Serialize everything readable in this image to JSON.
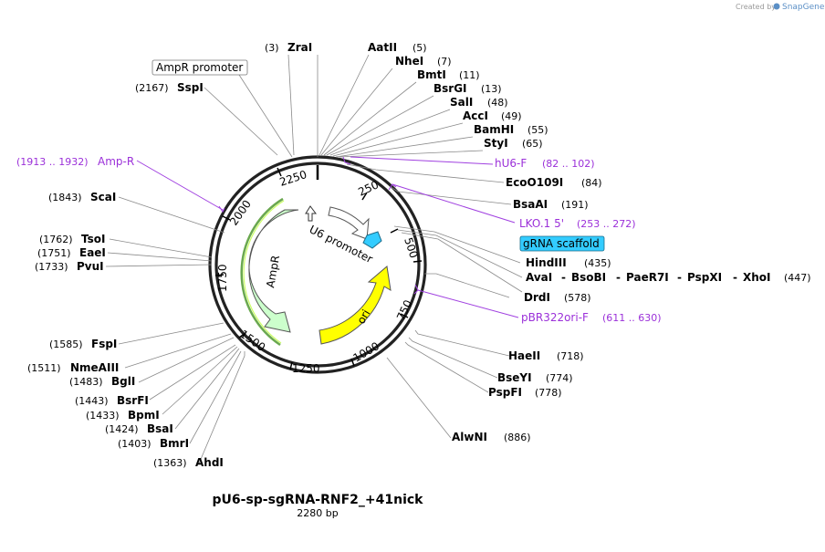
{
  "credit": {
    "prefix": "Created by",
    "brand": "SnapGene"
  },
  "plasmid": {
    "name": "pU6-sp-sgRNA-RNF2_+41nick",
    "length": "2280 bp"
  },
  "ticks": [
    "250",
    "500",
    "750",
    "1000",
    "1250",
    "1500",
    "1750",
    "2000",
    "2250"
  ],
  "sites": [
    {
      "name": "ZraI",
      "pos": "(3)"
    },
    {
      "name": "AatII",
      "pos": "(5)"
    },
    {
      "name": "NheI",
      "pos": "(7)"
    },
    {
      "name": "BmtI",
      "pos": "(11)"
    },
    {
      "name": "BsrGI",
      "pos": "(13)"
    },
    {
      "name": "SalI",
      "pos": "(48)"
    },
    {
      "name": "AccI",
      "pos": "(49)"
    },
    {
      "name": "BamHI",
      "pos": "(55)"
    },
    {
      "name": "StyI",
      "pos": "(65)"
    },
    {
      "name": "EcoO109I",
      "pos": "(84)"
    },
    {
      "name": "BsaAI",
      "pos": "(191)"
    },
    {
      "name": "HindIII",
      "pos": "(435)"
    },
    {
      "name": "AvaI",
      "pos": ""
    },
    {
      "name": "BsoBI",
      "pos": ""
    },
    {
      "name": "PaeR7I",
      "pos": ""
    },
    {
      "name": "PspXI",
      "pos": ""
    },
    {
      "name": "XhoI",
      "pos": "(447)"
    },
    {
      "name": "DrdI",
      "pos": "(578)"
    },
    {
      "name": "HaeII",
      "pos": "(718)"
    },
    {
      "name": "BseYI",
      "pos": "(774)"
    },
    {
      "name": "PspFI",
      "pos": "(778)"
    },
    {
      "name": "AlwNI",
      "pos": "(886)"
    },
    {
      "name": "AhdI",
      "pos": "(1363)"
    },
    {
      "name": "BmrI",
      "pos": "(1403)"
    },
    {
      "name": "BsaI",
      "pos": "(1424)"
    },
    {
      "name": "BpmI",
      "pos": "(1433)"
    },
    {
      "name": "BsrFI",
      "pos": "(1443)"
    },
    {
      "name": "BglI",
      "pos": "(1483)"
    },
    {
      "name": "NmeAIII",
      "pos": "(1511)"
    },
    {
      "name": "FspI",
      "pos": "(1585)"
    },
    {
      "name": "PvuI",
      "pos": "(1733)"
    },
    {
      "name": "EaeI",
      "pos": "(1751)"
    },
    {
      "name": "TsoI",
      "pos": "(1762)"
    },
    {
      "name": "ScaI",
      "pos": "(1843)"
    },
    {
      "name": "SspI",
      "pos": "(2167)"
    }
  ],
  "primers": [
    {
      "name": "hU6-F",
      "range": "(82 .. 102)"
    },
    {
      "name": "LKO.1 5'",
      "range": "(253 .. 272)"
    },
    {
      "name": "pBR322ori-F",
      "range": "(611 .. 630)"
    },
    {
      "name": "Amp-R",
      "range": "(1913 .. 1932)"
    }
  ],
  "features": {
    "ampr_promoter": "AmpR promoter",
    "grna_scaffold": "gRNA scaffold",
    "u6_promoter": "U6 promoter",
    "ampr": "AmpR",
    "ori": "ori"
  },
  "colors": {
    "primer": "#9b30d9",
    "ampr_fill": "#ccffcc",
    "ampr_stroke": "#6aa84f",
    "ori_fill": "#ffff00",
    "scaffold": "#33ccff",
    "u6_fill": "#ffffff"
  }
}
